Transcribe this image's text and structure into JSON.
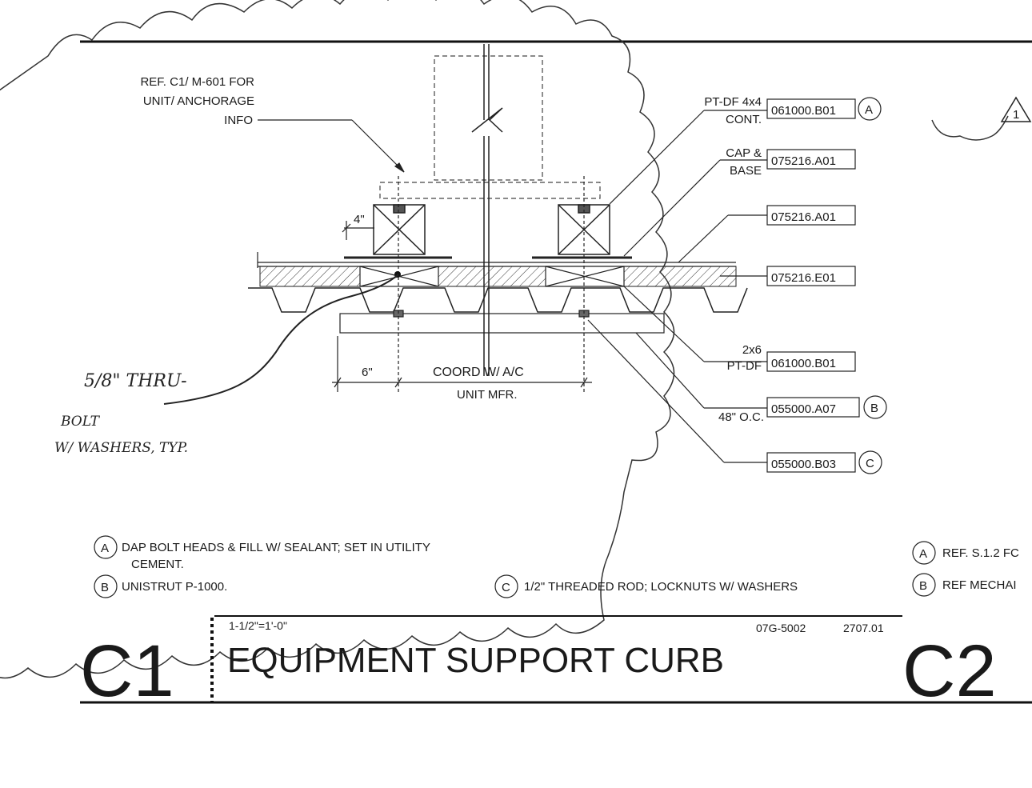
{
  "detail": {
    "id": "C1",
    "title": "EQUIPMENT SUPPORT CURB",
    "scale": "1-1/2\"=1'-0\"",
    "code": "07G-5002",
    "number": "2707.01",
    "next_id": "C2"
  },
  "revision_tag": "1",
  "notes_left": {
    "ref_line1": "REF. C1/ M-601 FOR",
    "ref_line2": "UNIT/ ANCHORAGE",
    "ref_line3": "INFO",
    "dim_4": "4\"",
    "dim_6": "6\"",
    "coord_line1": "COORD W/ A/C",
    "coord_line2": "UNIT MFR."
  },
  "handwritten": {
    "line1": "5/8\" THRU-",
    "line2": "BOLT",
    "line3": "W/ WASHERS, TYP."
  },
  "callouts": [
    {
      "label1": "PT-DF 4x4",
      "label2": "CONT.",
      "code": "061000.B01",
      "tag": "A"
    },
    {
      "label1": "CAP &",
      "label2": "BASE",
      "code": "075216.A01",
      "tag": ""
    },
    {
      "label1": "",
      "label2": "",
      "code": "075216.A01",
      "tag": ""
    },
    {
      "label1": "",
      "label2": "",
      "code": "075216.E01",
      "tag": ""
    },
    {
      "label1": "2x6",
      "label2": "PT-DF",
      "code": "061000.B01",
      "tag": ""
    },
    {
      "label1": "",
      "label2": "48\" O.C.",
      "code": "055000.A07",
      "tag": "B"
    },
    {
      "label1": "",
      "label2": "",
      "code": "055000.B03",
      "tag": "C"
    }
  ],
  "keynotes": [
    {
      "tag": "A",
      "line1": "DAP BOLT HEADS & FILL W/ SEALANT; SET IN UTILITY",
      "line2": "CEMENT."
    },
    {
      "tag": "B",
      "line1": "UNISTRUT P-1000.",
      "line2": ""
    },
    {
      "tag": "C",
      "line1": "1/2\" THREADED ROD; LOCKNUTS W/ WASHERS",
      "line2": ""
    }
  ],
  "adjacent_notes": [
    {
      "tag": "A",
      "text": "REF. S.1.2 FC"
    },
    {
      "tag": "B",
      "text": "REF MECHAI"
    }
  ]
}
